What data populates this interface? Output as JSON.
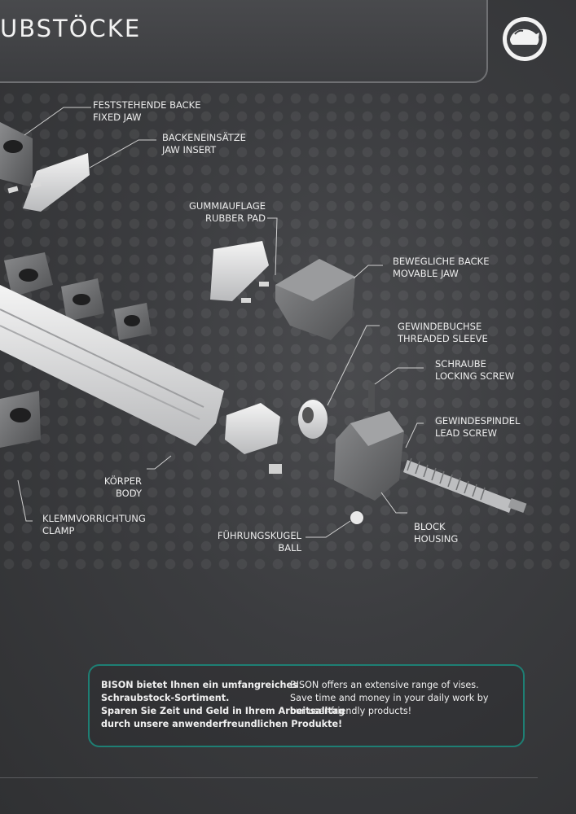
{
  "header": {
    "title": "UBSTÖCKE",
    "logo_text": "BISON"
  },
  "parts": [
    {
      "de": "FESTSTEHENDE BACKE",
      "en": "FIXED JAW"
    },
    {
      "de": "BACKENEINSÄTZE",
      "en": "JAW INSERT"
    },
    {
      "de": "GUMMIAUFLAGE",
      "en": "RUBBER PAD"
    },
    {
      "de": "BEWEGLICHE BACKE",
      "en": "MOVABLE JAW"
    },
    {
      "de": "GEWINDEBUCHSE",
      "en": "THREADED SLEEVE"
    },
    {
      "de": "SCHRAUBE",
      "en": "LOCKING SCREW"
    },
    {
      "de": "GEWINDESPINDEL",
      "en": "LEAD SCREW"
    },
    {
      "de": "KÖRPER",
      "en": "BODY"
    },
    {
      "de": "KLEMMVORRICHTUNG",
      "en": "CLAMP"
    },
    {
      "de": "FÜHRUNGSKUGEL",
      "en": "BALL"
    },
    {
      "de": "BLOCK",
      "en": "HOUSING"
    }
  ],
  "info": {
    "de_lines": [
      "BISON bietet Ihnen ein umfangreiches",
      "Schraubstock-Sortiment.",
      "Sparen Sie Zeit und Geld in Ihrem Arbeitsalltag",
      "durch unsere anwenderfreundlichen Produkte!"
    ],
    "en_lines": [
      "BISON offers an extensive range of vises.",
      "Save time and money in your daily work by",
      "our user-friendly products!"
    ]
  },
  "colors": {
    "accent": "#1e7f74",
    "background": "#3a3b3d"
  }
}
